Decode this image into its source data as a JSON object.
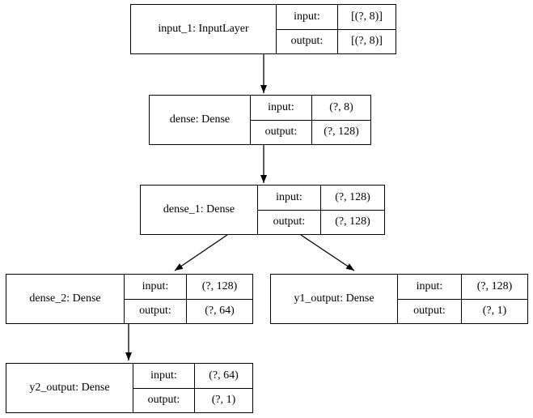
{
  "diagram": {
    "type": "keras-model-graph",
    "background_color": "#ffffff",
    "line_color": "#000000",
    "nodes": [
      {
        "id": "input_1",
        "name": "input_1: InputLayer",
        "input_label": "input:",
        "input_value": "[(?, 8)]",
        "output_label": "output:",
        "output_value": "[(?, 8)]"
      },
      {
        "id": "dense",
        "name": "dense: Dense",
        "input_label": "input:",
        "input_value": "(?, 8)",
        "output_label": "output:",
        "output_value": "(?, 128)"
      },
      {
        "id": "dense_1",
        "name": "dense_1: Dense",
        "input_label": "input:",
        "input_value": "(?, 128)",
        "output_label": "output:",
        "output_value": "(?, 128)"
      },
      {
        "id": "dense_2",
        "name": "dense_2: Dense",
        "input_label": "input:",
        "input_value": "(?, 128)",
        "output_label": "output:",
        "output_value": "(?, 64)"
      },
      {
        "id": "y1_output",
        "name": "y1_output: Dense",
        "input_label": "input:",
        "input_value": "(?, 128)",
        "output_label": "output:",
        "output_value": "(?, 1)"
      },
      {
        "id": "y2_output",
        "name": "y2_output: Dense",
        "input_label": "input:",
        "input_value": "(?, 64)",
        "output_label": "output:",
        "output_value": "(?, 1)"
      }
    ],
    "edges": [
      {
        "from": "input_1",
        "to": "dense"
      },
      {
        "from": "dense",
        "to": "dense_1"
      },
      {
        "from": "dense_1",
        "to": "dense_2"
      },
      {
        "from": "dense_1",
        "to": "y1_output"
      },
      {
        "from": "dense_2",
        "to": "y2_output"
      }
    ]
  }
}
